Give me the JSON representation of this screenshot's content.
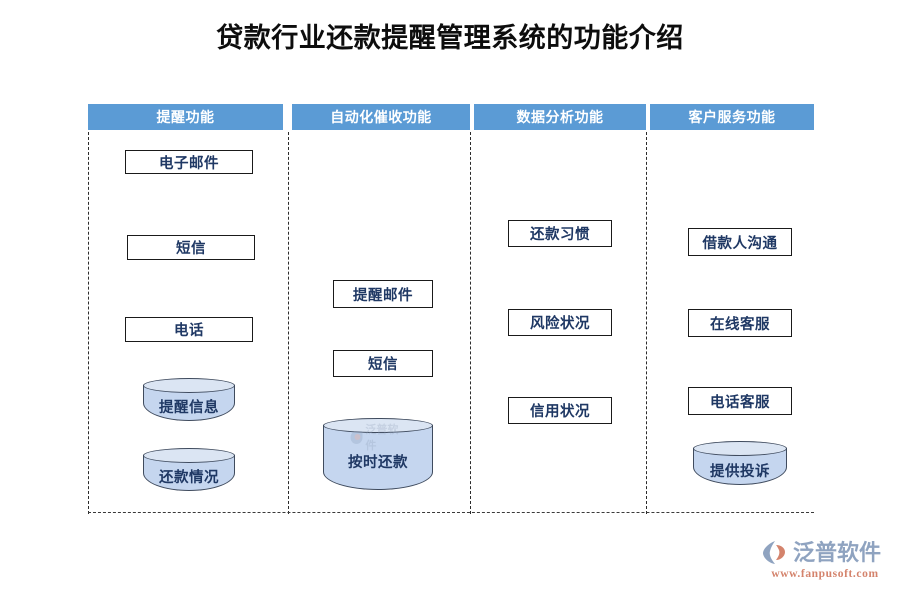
{
  "title": "贷款行业还款提醒管理系统的功能介绍",
  "theme": {
    "header_bg": "#5B9BD5",
    "header_text": "#FFFFFF",
    "node_text": "#1F3864",
    "node_border": "#1A1A1A",
    "cylinder_fill": "#C5D6EF",
    "cylinder_top_fill": "#DBE5F3",
    "cylinder_border": "#3F4B5E",
    "separator": "#2B2B2B",
    "title_color": "#0D0D0D"
  },
  "columns": [
    {
      "header": "提醒功能",
      "nodes": [
        {
          "label": "电子邮件",
          "shape": "box"
        },
        {
          "label": "短信",
          "shape": "box"
        },
        {
          "label": "电话",
          "shape": "box"
        },
        {
          "label": "提醒信息",
          "shape": "cylinder"
        },
        {
          "label": "还款情况",
          "shape": "cylinder"
        }
      ]
    },
    {
      "header": "自动化催收功能",
      "nodes": [
        {
          "label": "提醒邮件",
          "shape": "box"
        },
        {
          "label": "短信",
          "shape": "box"
        },
        {
          "label": "按时还款",
          "shape": "cylinder"
        }
      ]
    },
    {
      "header": "数据分析功能",
      "nodes": [
        {
          "label": "还款习惯",
          "shape": "box"
        },
        {
          "label": "风险状况",
          "shape": "box"
        },
        {
          "label": "信用状况",
          "shape": "box"
        }
      ]
    },
    {
      "header": "客户服务功能",
      "nodes": [
        {
          "label": "借款人沟通",
          "shape": "box"
        },
        {
          "label": "在线客服",
          "shape": "box"
        },
        {
          "label": "电话客服",
          "shape": "box"
        },
        {
          "label": "提供投诉",
          "shape": "cylinder"
        }
      ]
    }
  ],
  "watermark": {
    "text": "泛普软件"
  },
  "logo": {
    "name": "泛普软件",
    "url": "www.fanpusoft.com"
  }
}
